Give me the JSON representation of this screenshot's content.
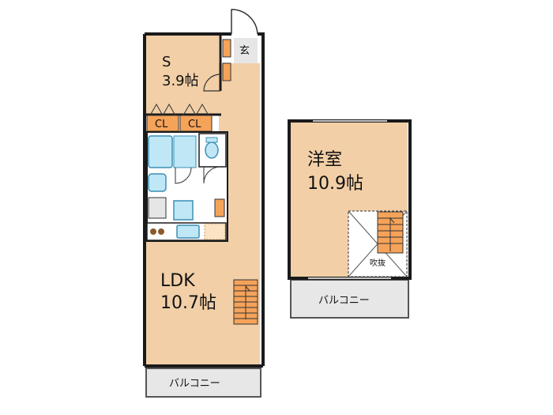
{
  "colors": {
    "floor": "#f2cfa7",
    "wall": "#1a1a1a",
    "balcony": "#e7e7e7",
    "closet": "#f6a35a",
    "wet": "#bfe7f5",
    "wet_line": "#3a8fb5"
  },
  "unit1": {
    "room_s_name": "S",
    "room_s_size": "3.9帖",
    "genkan": "玄",
    "closet_1": "CL",
    "closet_2": "CL",
    "ldk_name": "LDK",
    "ldk_size": "10.7帖",
    "balcony": "バルコニー"
  },
  "unit2": {
    "room_name": "洋室",
    "room_size": "10.9帖",
    "void": "吹抜",
    "balcony": "バルコニー"
  }
}
